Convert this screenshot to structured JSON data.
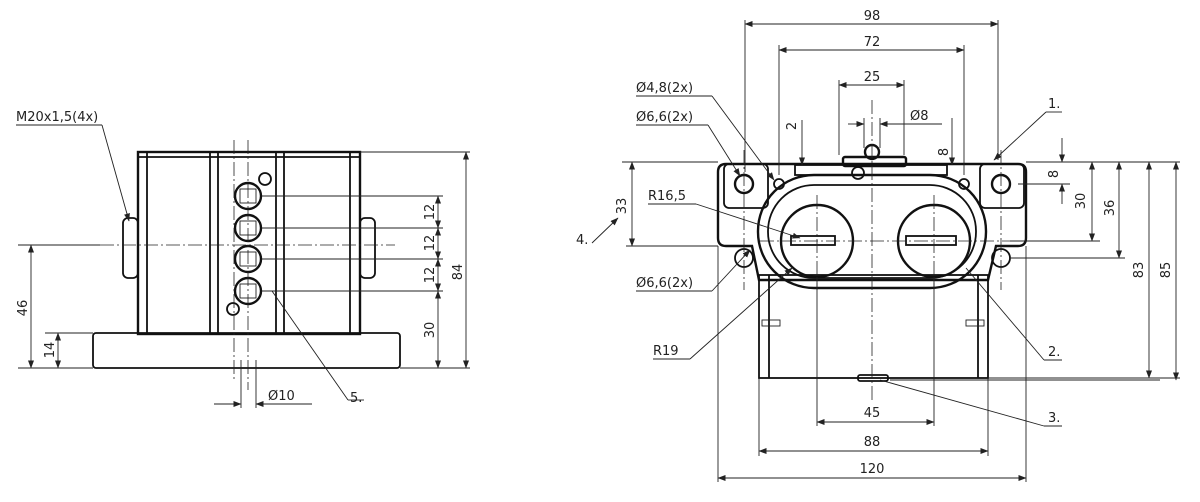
{
  "left_view": {
    "thread_label": "M20x1,5(4x)",
    "dims": {
      "d84": "84",
      "d46": "46",
      "d14": "14",
      "d30": "30",
      "d12a": "12",
      "d12b": "12",
      "d12c": "12",
      "dia10": "Ø10"
    },
    "callouts": {
      "item5": "5."
    }
  },
  "right_view": {
    "dims": {
      "d98": "98",
      "d72": "72",
      "d25": "25",
      "dia8": "Ø8",
      "d2": "2",
      "d8_top": "8",
      "d8_right": "8",
      "d30": "30",
      "d36": "36",
      "d83": "83",
      "d85": "85",
      "d33": "33",
      "d45": "45",
      "d88": "88",
      "d120": "120"
    },
    "labels": {
      "dia48": "Ø4,8(2x)",
      "dia66_top": "Ø6,6(2x)",
      "dia66_bottom": "Ø6,6(2x)",
      "r165": "R16,5",
      "r19": "R19"
    },
    "callouts": {
      "item1": "1.",
      "item2": "2.",
      "item3": "3.",
      "item4": "4."
    }
  }
}
